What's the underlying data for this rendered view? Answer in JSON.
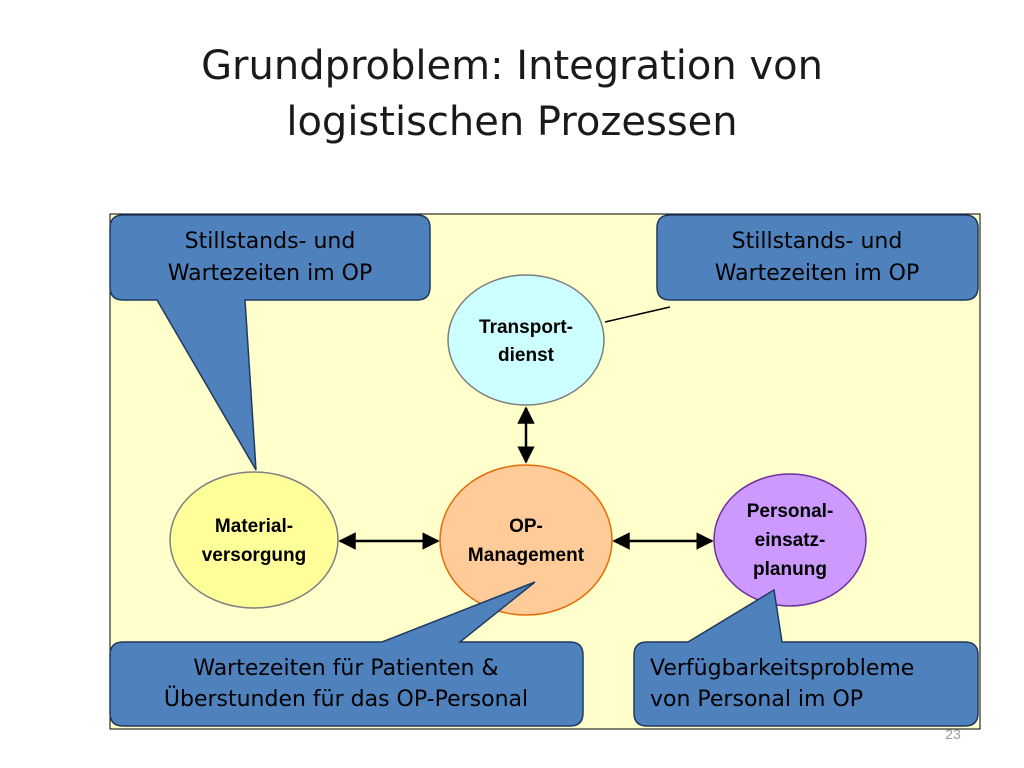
{
  "slide": {
    "title_line1": "Grundproblem: Integration von",
    "title_line2": "logistischen Prozessen",
    "page_number": "23"
  },
  "colors": {
    "panel": "#FFFFCC",
    "callout": "#4F81BD",
    "transport": "#CCFFFF",
    "material": "#FFFF99",
    "op": "#FFCC99",
    "personal": "#CC99FF"
  },
  "nodes": {
    "transport": {
      "line1": "Transport-",
      "line2": "dienst"
    },
    "material": {
      "line1": "Material-",
      "line2": "versorgung"
    },
    "op": {
      "line1": "OP-",
      "line2": "Management"
    },
    "personal": {
      "line1": "Personal-",
      "line2": "einsatz-",
      "line3": "planung"
    }
  },
  "callouts": {
    "top_left": {
      "line1": "Stillstands- und",
      "line2": "Wartezeiten im OP"
    },
    "top_right": {
      "line1": "Stillstands- und",
      "line2": "Wartezeiten im OP"
    },
    "bottom_left": {
      "line1": "Wartezeiten für Patienten &",
      "line2": "Überstunden für das OP-Personal"
    },
    "bottom_right": {
      "line1": "Verfügbarkeitsprobleme",
      "line2": "von Personal im OP"
    }
  }
}
